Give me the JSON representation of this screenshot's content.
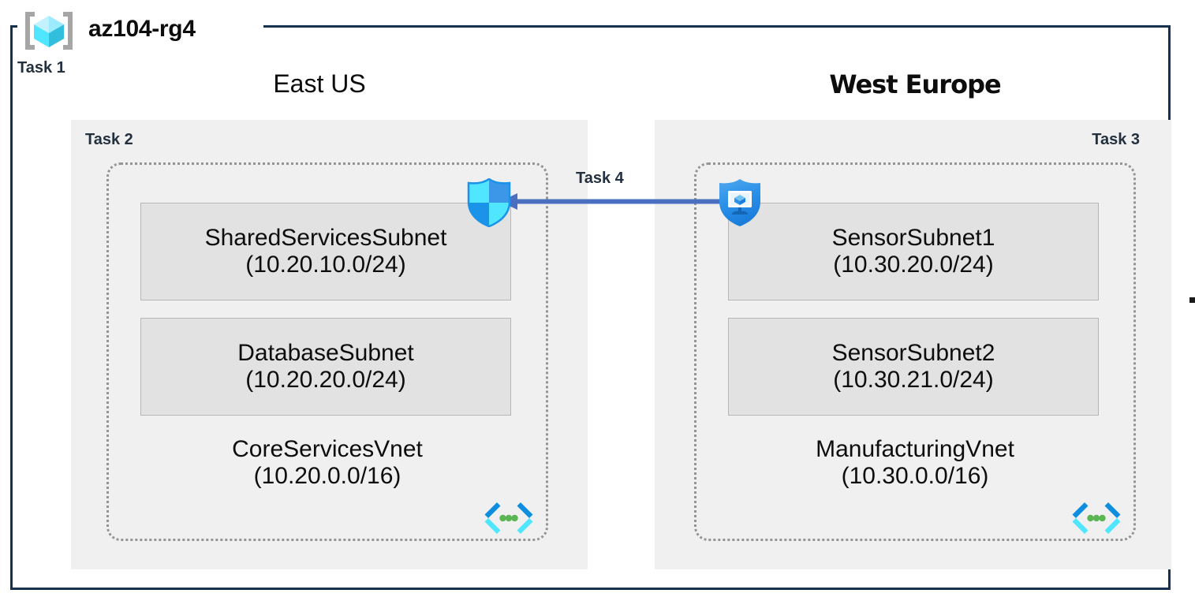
{
  "diagram": {
    "resource_group": {
      "name": "az104-rg4",
      "icon": "resource-group-cube-icon",
      "task_label": "Task 1"
    },
    "regions": [
      {
        "id": "east-us",
        "title": "East US",
        "task_label": "Task 2",
        "vnet": {
          "name": "CoreServicesVnet",
          "cidr": "(10.20.0.0/16)",
          "icon": "vnet-icon",
          "subnets": [
            {
              "name": "SharedServicesSubnet",
              "cidr": "(10.20.10.0/24)"
            },
            {
              "name": "DatabaseSubnet",
              "cidr": "(10.20.20.0/24)"
            }
          ]
        },
        "attached_icon": "network-security-group-shield-icon"
      },
      {
        "id": "west-europe",
        "title": "West Europe",
        "task_label": "Task 3",
        "vnet": {
          "name": "ManufacturingVnet",
          "cidr": "(10.30.0.0/16)",
          "icon": "vnet-icon",
          "subnets": [
            {
              "name": "SensorSubnet1",
              "cidr": "(10.30.20.0/24)"
            },
            {
              "name": "SensorSubnet2",
              "cidr": "(10.30.21.0/24)"
            }
          ]
        },
        "attached_icon": "vm-shield-icon"
      }
    ],
    "connection": {
      "task_label": "Task 4",
      "direction": "right-to-left",
      "color": "#4a6fc0"
    },
    "colors": {
      "frame_border": "#16314f",
      "region_panel_bg": "#f0f0f0",
      "subnet_bg": "#e2e2e2",
      "subnet_border": "#b6b6b6",
      "vnet_border": "#949494",
      "task_label": "#23303f",
      "arrow": "#4a6fc0",
      "icon_cyan": "#32d4f5",
      "icon_blue": "#1b93e8",
      "icon_green": "#5ab552"
    }
  }
}
